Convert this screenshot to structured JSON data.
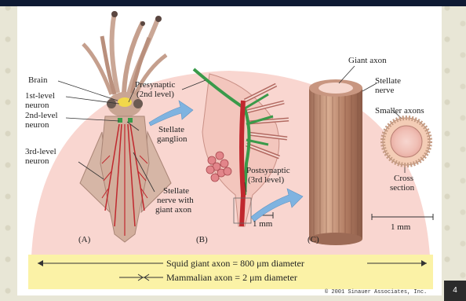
{
  "slide_number": "4",
  "copyright": "© 2001 Sinauer Associates, Inc.",
  "figure": {
    "left_labels": {
      "brain": "Brain",
      "first_level_line1": "1st-level",
      "first_level_line2": "neuron",
      "second_level_line1": "2nd-level",
      "second_level_line2": "neuron",
      "third_level_line1": "3rd-level",
      "third_level_line2": "neuron"
    },
    "middle_labels": {
      "presynaptic_line1": "Presynaptic",
      "presynaptic_line2": "(2nd level)",
      "stellate_ganglion_line1": "Stellate",
      "stellate_ganglion_line2": "ganglion",
      "stellate_nerve_line1": "Stellate",
      "stellate_nerve_line2": "nerve with",
      "stellate_nerve_line3": "giant axon",
      "postsynaptic_line1": "Postsynaptic",
      "postsynaptic_line2": "(3rd level)",
      "scale_b": "1 mm"
    },
    "right_labels": {
      "giant_axon": "Giant axon",
      "stellate_nerve_line1": "Stellate",
      "stellate_nerve_line2": "nerve",
      "smaller_axons": "Smaller axons",
      "cross_section_line1": "Cross",
      "cross_section_line2": "section",
      "scale_c": "1 mm"
    },
    "panel_labels": {
      "a": "(A)",
      "b": "(B)",
      "c": "(C)"
    },
    "comparison": {
      "squid": "Squid giant axon = 800 μm diameter",
      "mammal": "Mammalian axon = 2 μm diameter"
    }
  },
  "colors": {
    "pink_bg": "#f9d6d0",
    "yellow_band": "#fbf2a6",
    "arrow_blue": "#7fb3e0",
    "nerve_red": "#c0282e",
    "nerve_green": "#3a9a4a",
    "axon_brown": "#b5836a"
  }
}
